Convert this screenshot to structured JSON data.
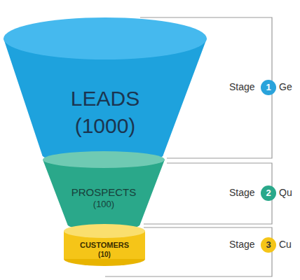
{
  "diagram": {
    "nodes": [
      {
        "text": [
          "LEADS",
          "(1000)"
        ]
      },
      {
        "text": [
          "1"
        ]
      },
      {
        "text": [
          "PROSPECTS",
          "(100)"
        ]
      },
      {
        "text": [
          "2"
        ]
      },
      {
        "text": [
          "CUSTOMERS",
          "(10)"
        ]
      },
      {
        "text": [
          "3"
        ]
      }
    ],
    "labels": [
      "Stage",
      "Ge",
      "Stage",
      "Qu",
      "Stage",
      "Cu"
    ]
  }
}
